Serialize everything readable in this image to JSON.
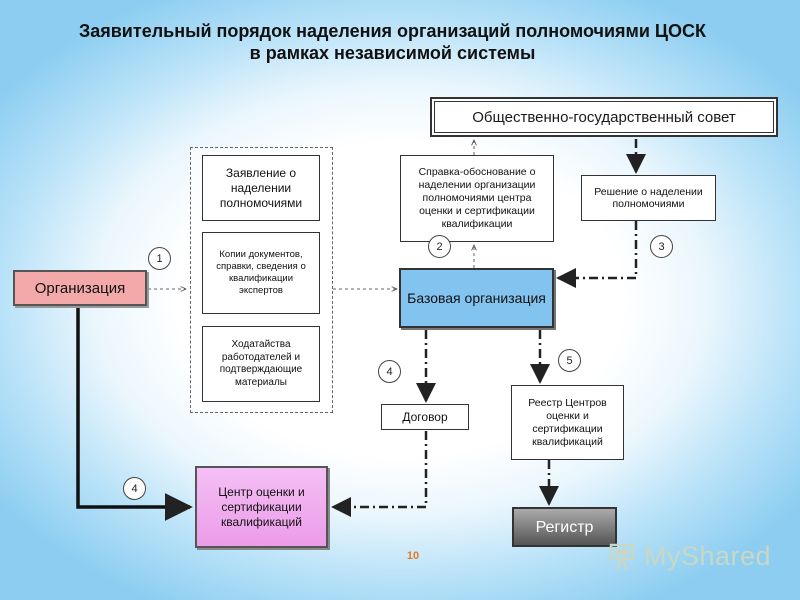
{
  "title": {
    "line1": "Заявительный порядок наделения организаций полномочиями ЦОСК",
    "line2": "в рамках независимой системы"
  },
  "nodes": {
    "council": "Общественно-государственный совет",
    "organization": "Организация",
    "base_org": "Базовая организация",
    "assessment_center": "Центр оценки и сертификации квалификаций",
    "registry": "Регистр",
    "application": "Заявление о наделении полномочиями",
    "document_copies": "Копии документов, справки, сведения о квалификации экспертов",
    "petitions": "Ходатайства работодателей и подтверждающие материалы",
    "justification": "Справка-обоснование о наделении организации полномочиями центра оценки и сертификации квалификации",
    "decision": "Решение о наделении полномочиями",
    "contract": "Договор",
    "centers_registry": "Реестр Центров оценки и сертификации квалификаций"
  },
  "steps": {
    "s1": "1",
    "s2": "2",
    "s3": "3",
    "s4": "4",
    "s5": "5",
    "s4b": "4"
  },
  "page_number": "10",
  "watermark": "MyShared",
  "colors": {
    "organization": "#f3a9a9",
    "base_org": "#82c3f0",
    "assessment_center": "#eb9ce8",
    "registry": "#555555",
    "page_number": "#e07b25"
  }
}
